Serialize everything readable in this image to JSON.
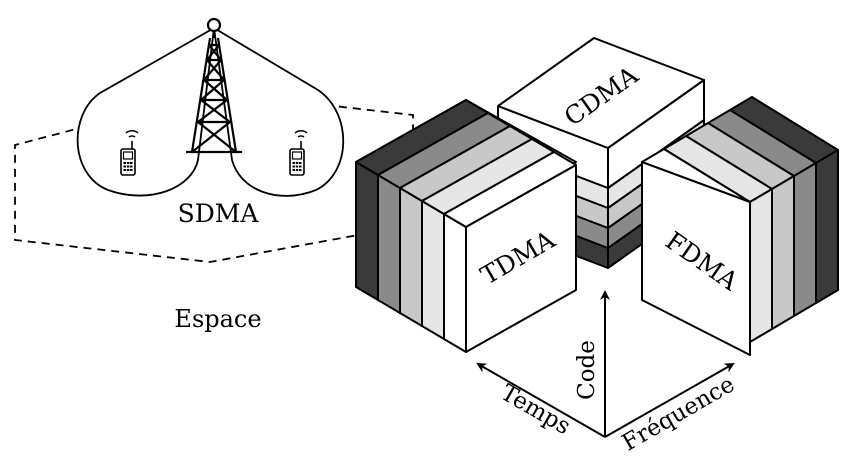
{
  "labels": {
    "sdma": "SDMA",
    "cdma": "CDMA",
    "tdma": "TDMA",
    "fdma": "FDMA",
    "space": "Espace",
    "code_axis": "Code",
    "time_axis": "Temps",
    "frequency_axis": "Fréquence"
  },
  "icons": {
    "tower": "radio-tower-icon",
    "phone": "mobile-phone-icon"
  },
  "colors": {
    "stroke": "#000000",
    "face": "#ffffff",
    "shade_light": "#e6e6e6",
    "shade_mid_light": "#c8c8c8",
    "shade_mid": "#8a8a8a",
    "shade_dark": "#5a5a5a",
    "shade_darkest": "#3a3a3a"
  }
}
